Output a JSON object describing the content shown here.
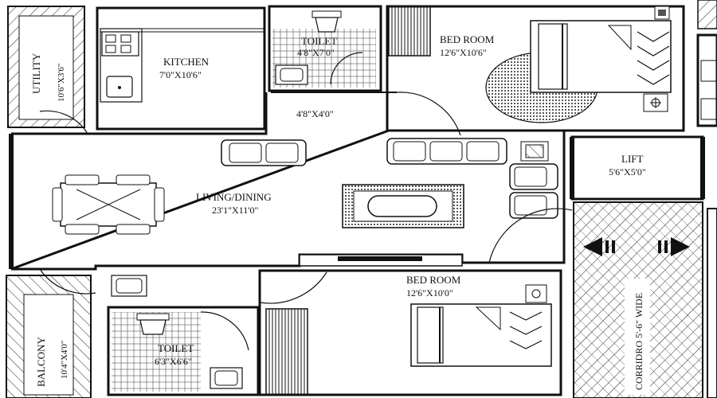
{
  "rooms": {
    "utility": {
      "name": "UTILITY",
      "size": "10'6\"X3'6\""
    },
    "kitchen": {
      "name": "KITCHEN",
      "size": "7'0\"X10'6\""
    },
    "toilet_1": {
      "name": "TOILET",
      "size": "4'8\"X7'0\""
    },
    "bedroom_1": {
      "name": "BED ROOM",
      "size": "12'6\"X10'6\""
    },
    "passage": {
      "size": "4'8\"X4'0\""
    },
    "lift": {
      "name": "LIFT",
      "size": "5'6\"X5'0\""
    },
    "living": {
      "name": "LIVING/DINING",
      "size": "23'1\"X11'0\""
    },
    "bedroom_2": {
      "name": "BED ROOM",
      "size": "12'6\"X10'0\""
    },
    "toilet_2": {
      "name": "TOILET",
      "size": "6'3\"X6'6\""
    },
    "balcony": {
      "name": "BALCONY",
      "size": "10'4\"X4'0\""
    },
    "corridor": {
      "label": "CORRIDRO 5'-6\" WIDE"
    }
  },
  "colors": {
    "line": "#111111",
    "background": "#ffffff"
  }
}
